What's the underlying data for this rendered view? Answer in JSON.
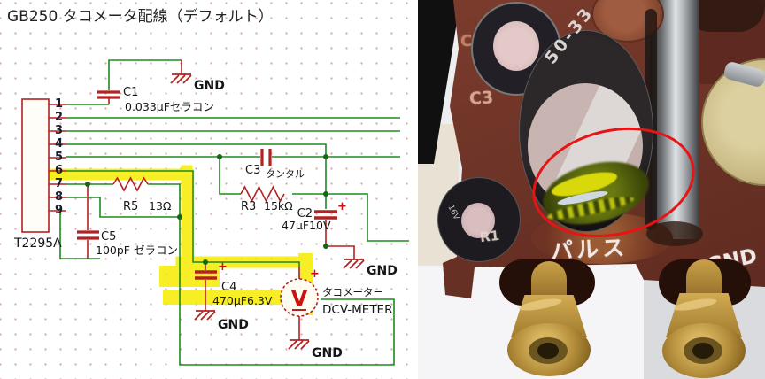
{
  "schematic": {
    "title": "GB250 タコメータ配線（デフォルト）",
    "connector": {
      "ref": "T2295A",
      "pins": [
        "1",
        "2",
        "3",
        "4",
        "5",
        "6",
        "7",
        "8",
        "9"
      ]
    },
    "capacitors": {
      "c1": {
        "ref": "C1",
        "value": "0.033μFセラコン"
      },
      "c2": {
        "ref": "C2",
        "value": "47μF10V"
      },
      "c3": {
        "ref": "C3",
        "value": "タンタル"
      },
      "c4": {
        "ref": "C4",
        "value": "470μF6.3V"
      },
      "c5": {
        "ref": "C5",
        "value": "100pF ゼラコン"
      }
    },
    "resistors": {
      "r5": {
        "ref": "R5",
        "value": "13Ω"
      },
      "r3": {
        "ref": "R3",
        "value": "15kΩ"
      }
    },
    "meter": {
      "name": "タコメーター",
      "type": "DCV-METER",
      "symbol": "V"
    },
    "gnd_label": "GND",
    "plus_sign": "+",
    "colors": {
      "wire": "#1f8a1f",
      "component": "#b22222",
      "highlight": "#f6ec00",
      "junction": "#166616"
    }
  },
  "photo": {
    "silkscreen": {
      "c_partial": "C",
      "c3": "C3",
      "r1": "R1",
      "pulse": "パルス",
      "gnd": "GND"
    },
    "large_cap_marking": "50-33",
    "small_cap_marking": "16V",
    "annotation": {
      "shape": "ellipse",
      "color": "#e61414"
    },
    "colors": {
      "pcb": "#74362e",
      "lug_brass": "#b08a3e",
      "metal_bar": "#dfe3e6"
    }
  }
}
